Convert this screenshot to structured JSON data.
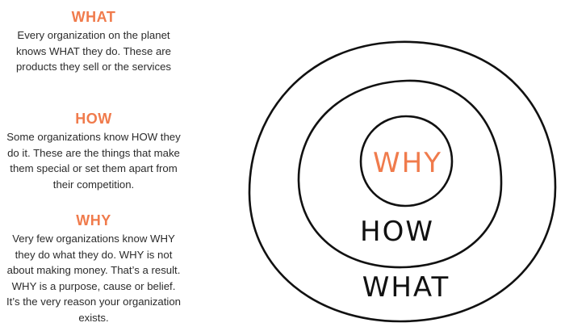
{
  "sections": [
    {
      "heading": "WHAT",
      "body": "Every organization on the planet knows WHAT they do. These are products they sell or the services"
    },
    {
      "heading": "HOW",
      "body": "Some organizations know HOW they do it. These are the things that make them special or set them apart from their competition."
    },
    {
      "heading": "WHY",
      "body": "Very few organizations know WHY they do what they do. WHY is not about making money. That’s a result. WHY is a purpose, cause or belief. It’s the very reason your organization exists."
    }
  ],
  "circles": {
    "inner_label": "WHY",
    "middle_label": "HOW",
    "outer_label": "WHAT"
  },
  "colors": {
    "accent": "#f07b4c",
    "text": "#2b2b2b",
    "stroke": "#111111"
  }
}
